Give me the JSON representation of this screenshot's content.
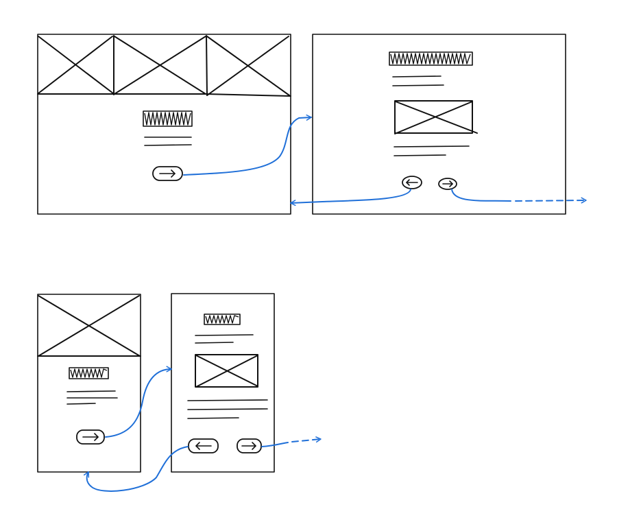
{
  "diagram": {
    "kind": "hand-drawn wireframe user flow",
    "layouts": [
      "desktop",
      "mobile"
    ],
    "stroke_color": "#111111",
    "flow_color": "#1f6fd8",
    "background": "#ffffff",
    "icons": {
      "next": "right-arrow-icon",
      "previous": "left-arrow-icon",
      "image_placeholder": "image-placeholder-icon"
    }
  }
}
